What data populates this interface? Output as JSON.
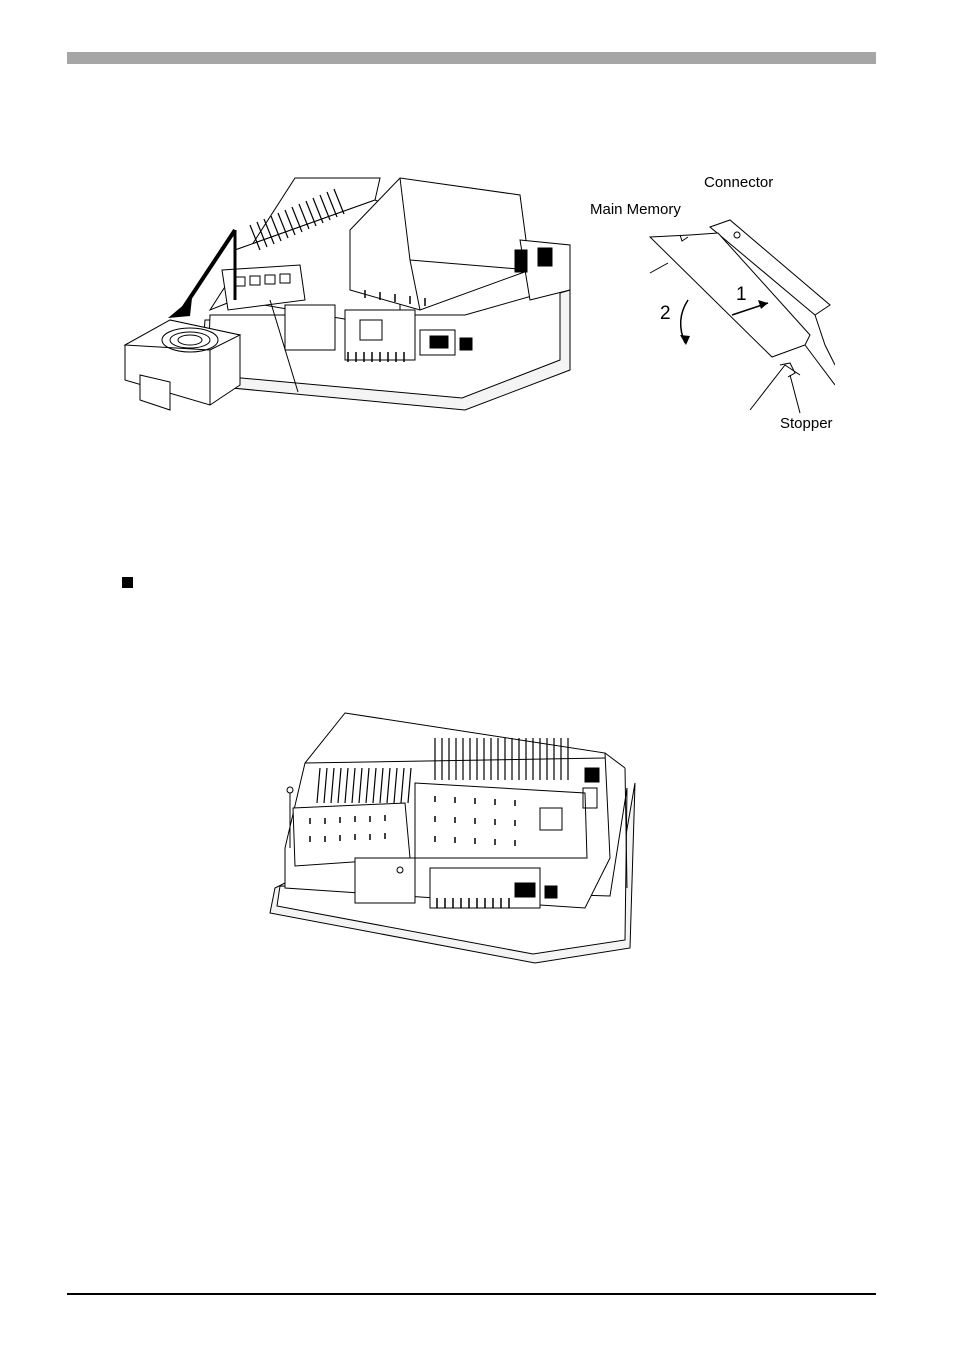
{
  "figure1": {
    "labels": {
      "connector": "Connector",
      "main_memory": "Main Memory",
      "stopper": "Stopper",
      "step1": "1",
      "step2": "2"
    }
  }
}
